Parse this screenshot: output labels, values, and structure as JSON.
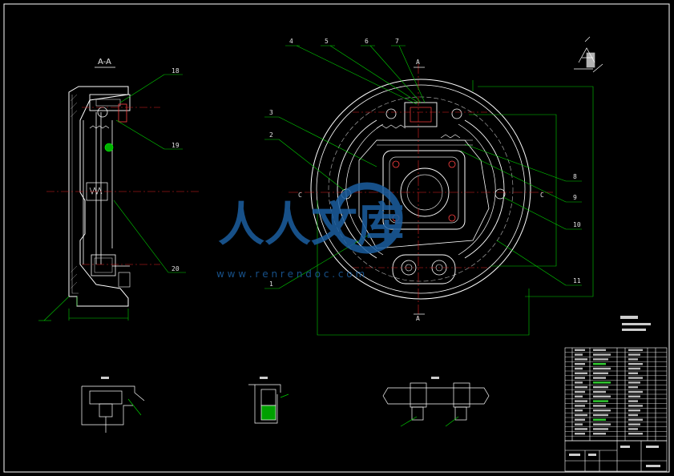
{
  "section_title": "A-A",
  "section_marks": {
    "top": "A",
    "bottom": "A",
    "left": "C",
    "right": "C"
  },
  "callouts_top": [
    "4",
    "5",
    "6",
    "7"
  ],
  "callouts_left": [
    "3",
    "2",
    "1"
  ],
  "callouts_right": [
    "8",
    "9",
    "10",
    "11"
  ],
  "callouts_section": [
    "18",
    "19",
    "20"
  ],
  "watermark": {
    "brand": "人人文库",
    "url": "w w w . r e n r e n d o c . c o m"
  },
  "colors": {
    "background": "#000000",
    "outline": "#ffffff",
    "leader": "#00e000",
    "centerline": "#e02020",
    "dimension": "#00d000",
    "watermark": "#1c5fa0"
  }
}
